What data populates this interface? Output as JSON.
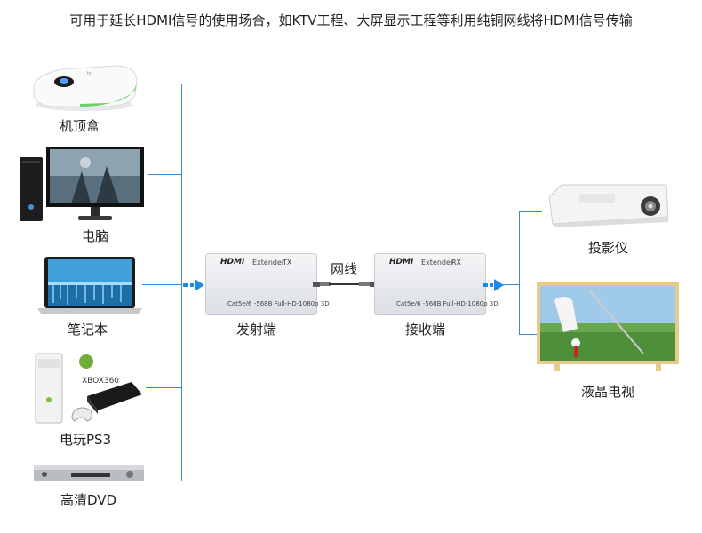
{
  "header": {
    "text": "可用于延长HDMI信号的使用场合，如KTV工程、大屏显示工程等利用纯铜网线将HDMI信号传输"
  },
  "sources": [
    {
      "label": "机顶盒",
      "icon": "set-top-box-icon"
    },
    {
      "label": "电脑",
      "icon": "desktop-computer-icon"
    },
    {
      "label": "笔记本",
      "icon": "laptop-icon"
    },
    {
      "label": "电玩PS3",
      "icon": "game-console-icon"
    },
    {
      "label": "高清DVD",
      "icon": "dvd-player-icon"
    }
  ],
  "transmitter": {
    "caption": "发射端",
    "brand": "HDMI",
    "model": "Extender",
    "side": "TX",
    "spec": "Cat5e/6 -568B  Full-HD-1080p 3D"
  },
  "receiver": {
    "caption": "接收端",
    "brand": "HDMI",
    "model": "Extender",
    "side": "RX",
    "spec": "Cat5e/6 -568B  Full-HD-1080p 3D"
  },
  "cable": {
    "label": "网线"
  },
  "outputs": [
    {
      "label": "投影仪",
      "icon": "projector-icon"
    },
    {
      "label": "液晶电视",
      "icon": "lcd-tv-icon"
    }
  ],
  "colors": {
    "line": "#3a87d8",
    "arrow": "#1e88e5",
    "tv_frame": "#e8c98e",
    "set_top_box_accent": "#6bd06a"
  }
}
